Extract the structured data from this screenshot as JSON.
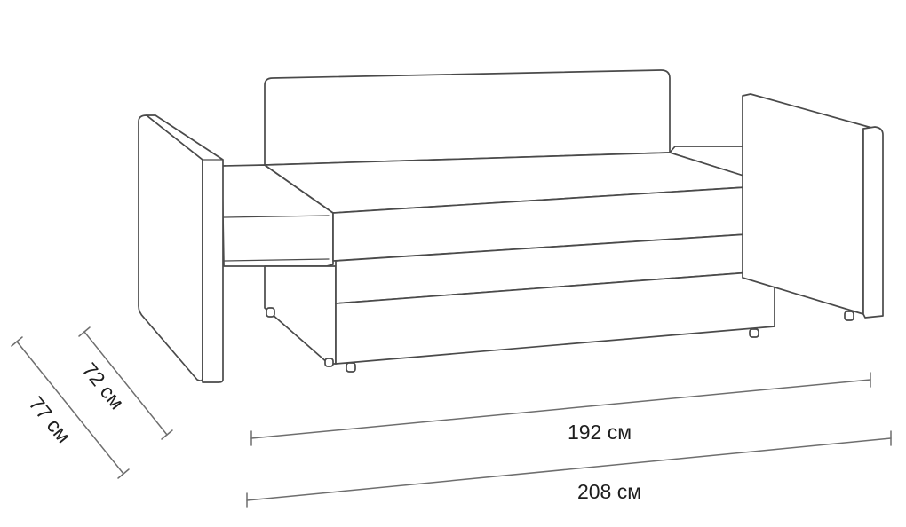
{
  "dimensions": {
    "depth_top": "72 см",
    "depth_full": "77 см",
    "width_inner": "192 см",
    "width_full": "208 см"
  }
}
